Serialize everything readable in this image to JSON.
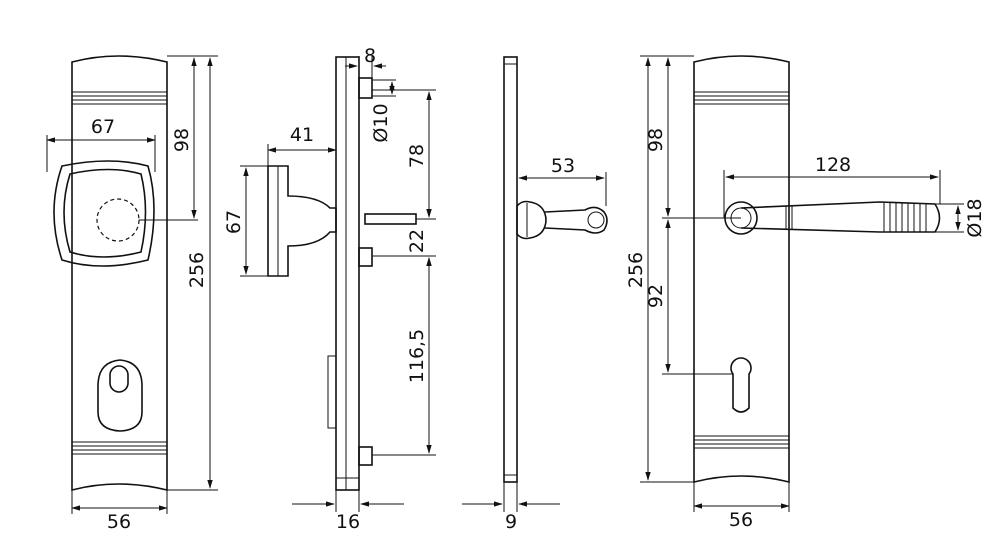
{
  "dimensions": {
    "front_knob_plate_width": "56",
    "front_knob_plate_height": "256",
    "front_knob_width": "67",
    "front_knob_offset": "98",
    "side_projection": "41",
    "side_knob_height": "67",
    "side_plate_thickness_top": "8",
    "side_pin_diameter": "Ø10",
    "side_78": "78",
    "side_22": "22",
    "side_116_5": "116,5",
    "side_thickness": "16",
    "lever_side_projection": "53",
    "lever_side_thickness": "9",
    "lever_plate_height": "256",
    "lever_offset": "98",
    "lever_length": "128",
    "lever_diameter": "Ø18",
    "lever_to_cylinder": "92",
    "lever_plate_width": "56"
  }
}
